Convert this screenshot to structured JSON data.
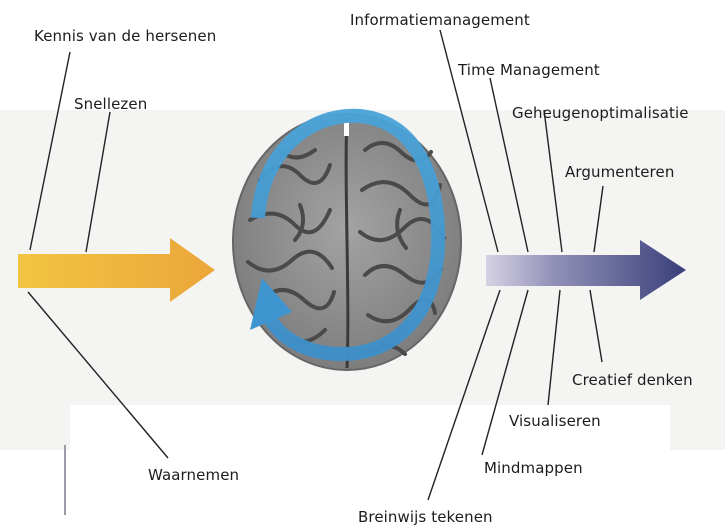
{
  "labels": {
    "kennis": "Kennis van de hersenen",
    "snellezen": "Snellezen",
    "waarnemen": "Waarnemen",
    "informatiemanagement": "Informatiemanagement",
    "time_management": "Time Management",
    "geheugen": "Geheugenoptimalisatie",
    "argumenteren": "Argumenteren",
    "creatief": "Creatief denken",
    "visualiseren": "Visualiseren",
    "mindmappen": "Mindmappen",
    "breinwijs": "Breinwijs tekenen"
  },
  "colors": {
    "input_arrow_start": "#f2c541",
    "input_arrow_end": "#eba63a",
    "output_arrow_start": "#d6d2e4",
    "output_arrow_end": "#3a3f7a",
    "cycle_arrow": "#4aa3d8",
    "brain_fill": "#8e8e8e",
    "brain_dark": "#4a4a4a"
  },
  "icons": {
    "brain": "brain-icon",
    "cycle": "circular-arrow-icon"
  }
}
